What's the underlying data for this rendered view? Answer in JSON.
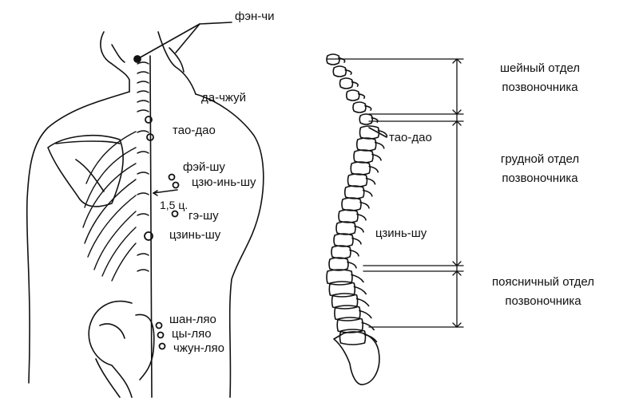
{
  "back": {
    "points": {
      "fen_chi": "фэн-чи",
      "da_chzhui": "да-чжуй",
      "tao_dao": "тао-дао",
      "fei_shu": "фэй-шу",
      "tszyu_in_shu": "цзю-инь-шу",
      "distance": "1,5 ц.",
      "ge_shu": "гэ-шу",
      "tszin_shu": "цзинь-шу",
      "shan_lyao": "шан-ляо",
      "tsy_lyao": "цы-ляо",
      "chzhun_lyao": "чжун-ляо"
    }
  },
  "spine": {
    "tao_dao": "тао-дао",
    "tszin_shu": "цзинь-шу",
    "sections": {
      "cervical": {
        "line1": "шейный отдел",
        "line2": "позвоночника"
      },
      "thoracic": {
        "line1": "грудной отдел",
        "line2": "позвоночника"
      },
      "lumbar": {
        "line1": "поясничный отдел",
        "line2": "позвоночника"
      }
    }
  }
}
